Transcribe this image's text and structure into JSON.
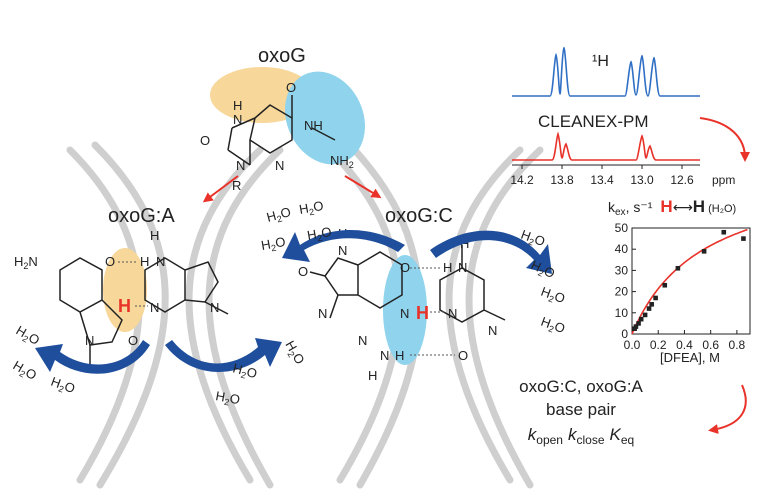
{
  "labels": {
    "oxoG": "oxoG",
    "oxoGA": "oxoG:A",
    "oxoGC": "oxoG:C",
    "h1": "¹H",
    "cleanex": "CLEANEX-PM",
    "ppm": "ppm",
    "summary_line1": "oxoG:C, oxoG:A",
    "summary_line2": "base pair",
    "k_sym": "k",
    "k_open_sub": "open",
    "k_close_sub": "close",
    "K_sym": "K",
    "K_eq_sub": "eq"
  },
  "atoms": {
    "O": "O",
    "N": "N",
    "NH": "NH",
    "NH2": "NH",
    "NH2_sub": "2",
    "H2N": "H",
    "H2N_sub": "2",
    "H2N_N": "N",
    "H": "H",
    "R": "R"
  },
  "water": {
    "text": "H",
    "sub": "2",
    "tail": "O"
  },
  "spectrum_axis": {
    "ticks": [
      "14.2",
      "13.8",
      "13.4",
      "13.0",
      "12.6"
    ]
  },
  "chart_data": {
    "type": "scatter",
    "title_k": "k",
    "title_sub": "ex",
    "title_units": ", s⁻¹",
    "title_H_left": "H",
    "title_arrow": "⟷",
    "title_H_right": "H",
    "title_tail": " (H₂O)",
    "xlabel": "[DFEA], M",
    "xlim": [
      0,
      0.9
    ],
    "ylim": [
      0,
      50
    ],
    "xticks": [
      "0.0",
      "0.2",
      "0.4",
      "0.6",
      "0.8"
    ],
    "yticks": [
      "0",
      "10",
      "20",
      "30",
      "40",
      "50"
    ],
    "points": [
      {
        "x": 0.02,
        "y": 2.5
      },
      {
        "x": 0.03,
        "y": 3.5
      },
      {
        "x": 0.05,
        "y": 5
      },
      {
        "x": 0.07,
        "y": 7
      },
      {
        "x": 0.1,
        "y": 9
      },
      {
        "x": 0.13,
        "y": 12
      },
      {
        "x": 0.15,
        "y": 14
      },
      {
        "x": 0.18,
        "y": 17
      },
      {
        "x": 0.25,
        "y": 23
      },
      {
        "x": 0.35,
        "y": 31
      },
      {
        "x": 0.55,
        "y": 39
      },
      {
        "x": 0.7,
        "y": 48
      },
      {
        "x": 0.85,
        "y": 45
      }
    ],
    "fit_color": "#e8322a",
    "point_color": "#222222"
  },
  "colors": {
    "orange": "#f7d79a",
    "blue": "#8fd3ec",
    "red": "#e8322a",
    "navy": "#1f4f9c",
    "spec_blue": "#2f6fc4",
    "spec_red": "#e8322a",
    "grey": "#c9c9c9"
  }
}
